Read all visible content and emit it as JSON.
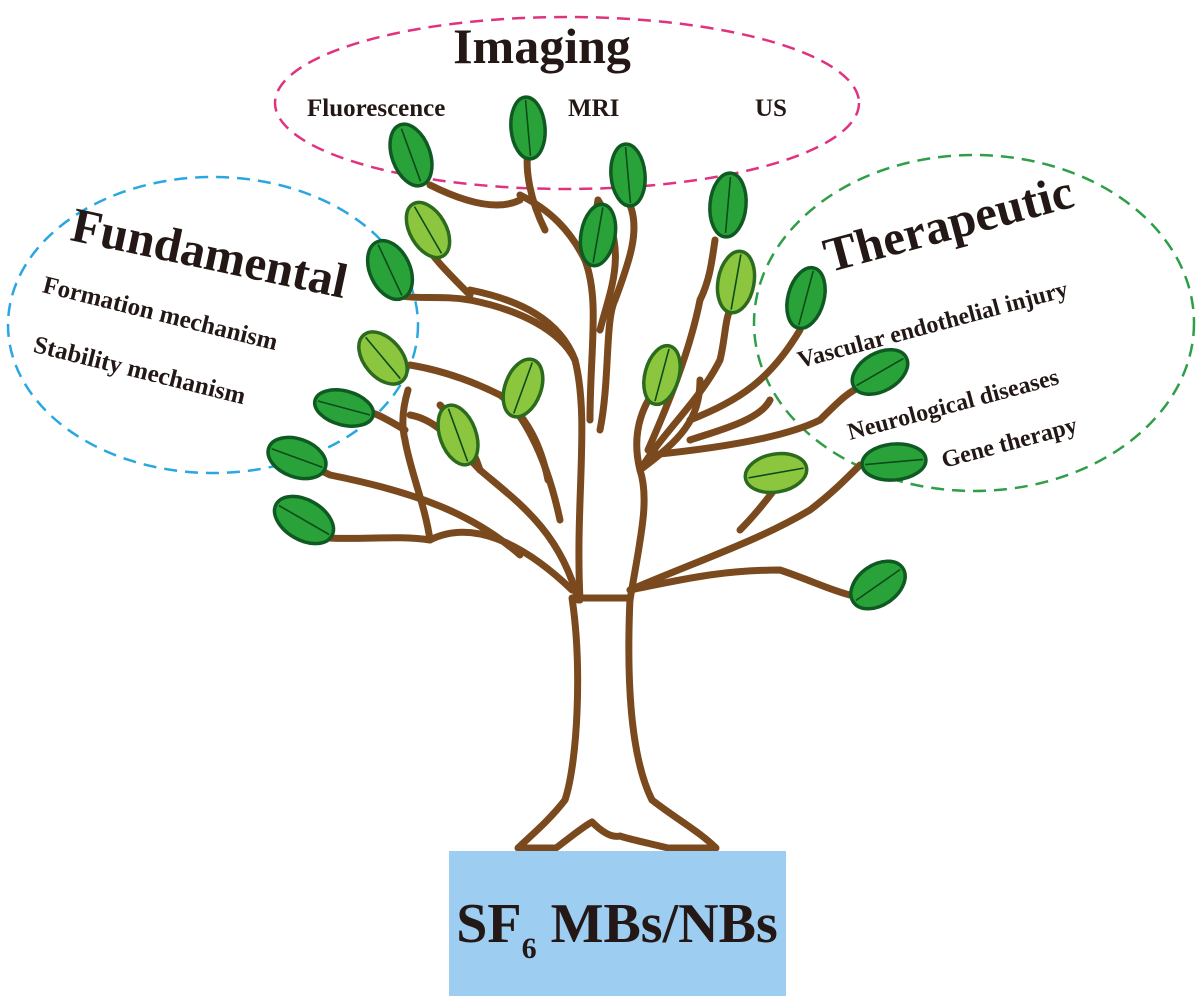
{
  "diagram": {
    "base": {
      "label_main": "SF",
      "label_sub": "6",
      "label_rest": " MBs/NBs",
      "color": "#9dcdf0"
    },
    "groups": {
      "imaging": {
        "title": "Imaging",
        "color": "#e0337f",
        "items": [
          "Fluorescence",
          "MRI",
          "US"
        ]
      },
      "fundamental": {
        "title": "Fundamental",
        "color": "#2aa7e0",
        "items": [
          "Formation mechanism",
          "Stability mechanism"
        ]
      },
      "therapeutic": {
        "title": "Therapeutic",
        "color": "#2e9e47",
        "items": [
          "Vascular endothelial injury",
          "Neurological diseases",
          "Gene therapy"
        ]
      }
    },
    "colors": {
      "trunk": "#7a4a1e",
      "leaf_dark": "#29a339",
      "leaf_light": "#8cc63f"
    }
  }
}
